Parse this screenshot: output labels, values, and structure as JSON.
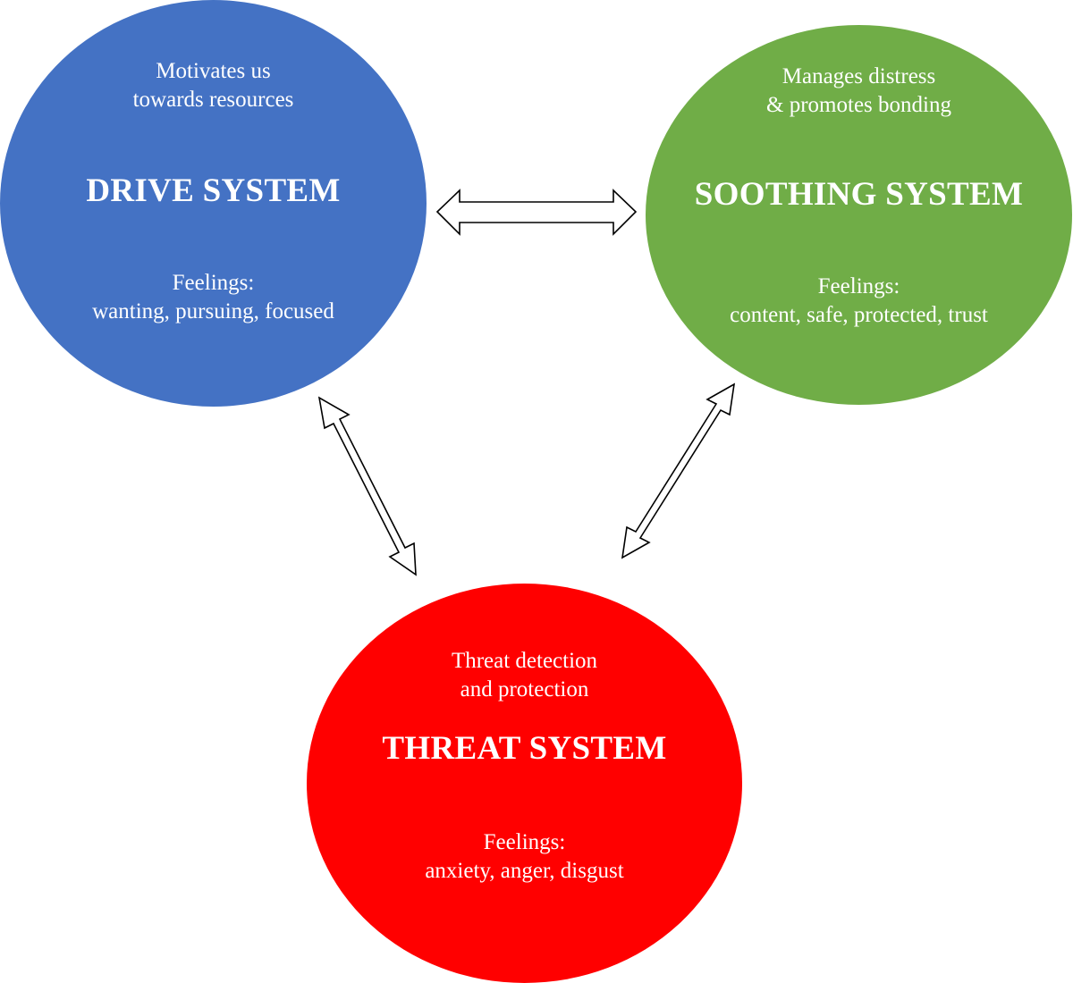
{
  "colors": {
    "drive": "#4472c4",
    "soothing": "#70ad47",
    "threat": "#ff0000",
    "arrow_stroke": "#000000",
    "arrow_fill": "#ffffff"
  },
  "drive": {
    "purpose_line1": "Motivates us",
    "purpose_line2": "towards resources",
    "title": "DRIVE SYSTEM",
    "feelings_label": "Feelings:",
    "feelings": "wanting, pursuing, focused"
  },
  "soothing": {
    "purpose_line1": "Manages distress",
    "purpose_line2": "& promotes bonding",
    "title": "SOOTHING SYSTEM",
    "feelings_label": "Feelings:",
    "feelings": "content, safe, protected, trust"
  },
  "threat": {
    "purpose_line1": "Threat detection",
    "purpose_line2": "and protection",
    "title": "THREAT SYSTEM",
    "feelings_label": "Feelings:",
    "feelings": "anxiety, anger, disgust"
  },
  "arrows": [
    {
      "from": "drive",
      "to": "soothing",
      "direction": "bidirectional"
    },
    {
      "from": "drive",
      "to": "threat",
      "direction": "bidirectional"
    },
    {
      "from": "soothing",
      "to": "threat",
      "direction": "bidirectional"
    }
  ]
}
